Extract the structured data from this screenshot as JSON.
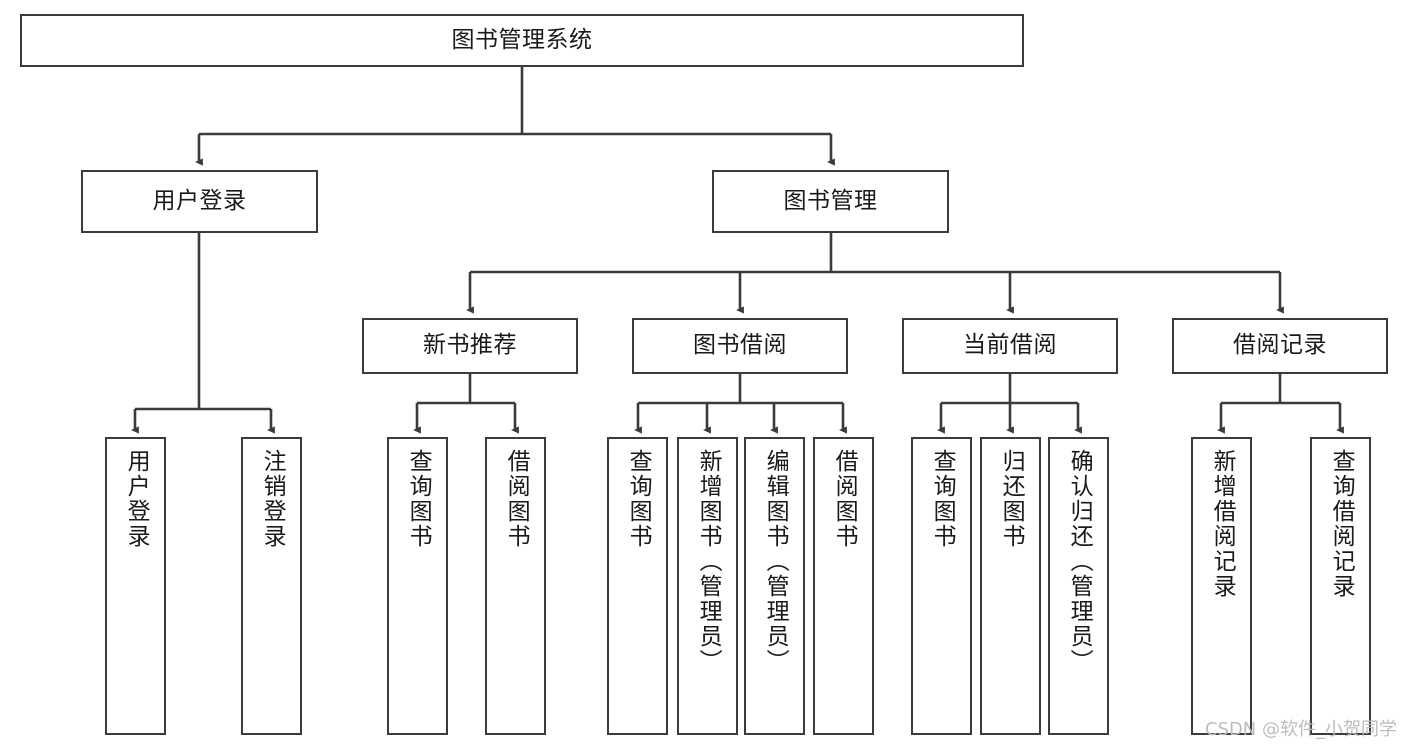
{
  "diagram": {
    "type": "tree",
    "title": "图书管理系统",
    "stroke_color": "#3b3b3b",
    "text_color": "#1a1a1a",
    "background": "#ffffff",
    "nodes": {
      "root": {
        "label": "图书管理系统"
      },
      "level2": [
        {
          "id": "user-login",
          "label": "用户登录"
        },
        {
          "id": "book-manage",
          "label": "图书管理"
        }
      ],
      "level3": [
        {
          "id": "new-book-recommend",
          "label": "新书推荐"
        },
        {
          "id": "book-borrow",
          "label": "图书借阅"
        },
        {
          "id": "current-borrow",
          "label": "当前借阅"
        },
        {
          "id": "borrow-record",
          "label": "借阅记录"
        }
      ],
      "leaves": {
        "user_login": [
          {
            "id": "leaf-user-login",
            "label": "用户登录"
          },
          {
            "id": "leaf-logout-login",
            "label": "注销登录"
          }
        ],
        "new_book_recommend": [
          {
            "id": "leaf-query-book-1",
            "label": "查询图书"
          },
          {
            "id": "leaf-borrow-book-1",
            "label": "借阅图书"
          }
        ],
        "book_borrow": [
          {
            "id": "leaf-query-book-2",
            "label": "查询图书"
          },
          {
            "id": "leaf-add-book",
            "label": "新增图书（管理员）"
          },
          {
            "id": "leaf-edit-book",
            "label": "编辑图书（管理员）"
          },
          {
            "id": "leaf-borrow-book-2",
            "label": "借阅图书"
          }
        ],
        "current_borrow": [
          {
            "id": "leaf-query-book-3",
            "label": "查询图书"
          },
          {
            "id": "leaf-return-book",
            "label": "归还图书"
          },
          {
            "id": "leaf-confirm-return",
            "label": "确认归还（管理员）"
          }
        ],
        "borrow_record": [
          {
            "id": "leaf-add-record",
            "label": "新增借阅记录"
          },
          {
            "id": "leaf-query-record",
            "label": "查询借阅记录"
          }
        ]
      }
    }
  },
  "watermark": {
    "text": "CSDN @软件_小贺同学"
  }
}
